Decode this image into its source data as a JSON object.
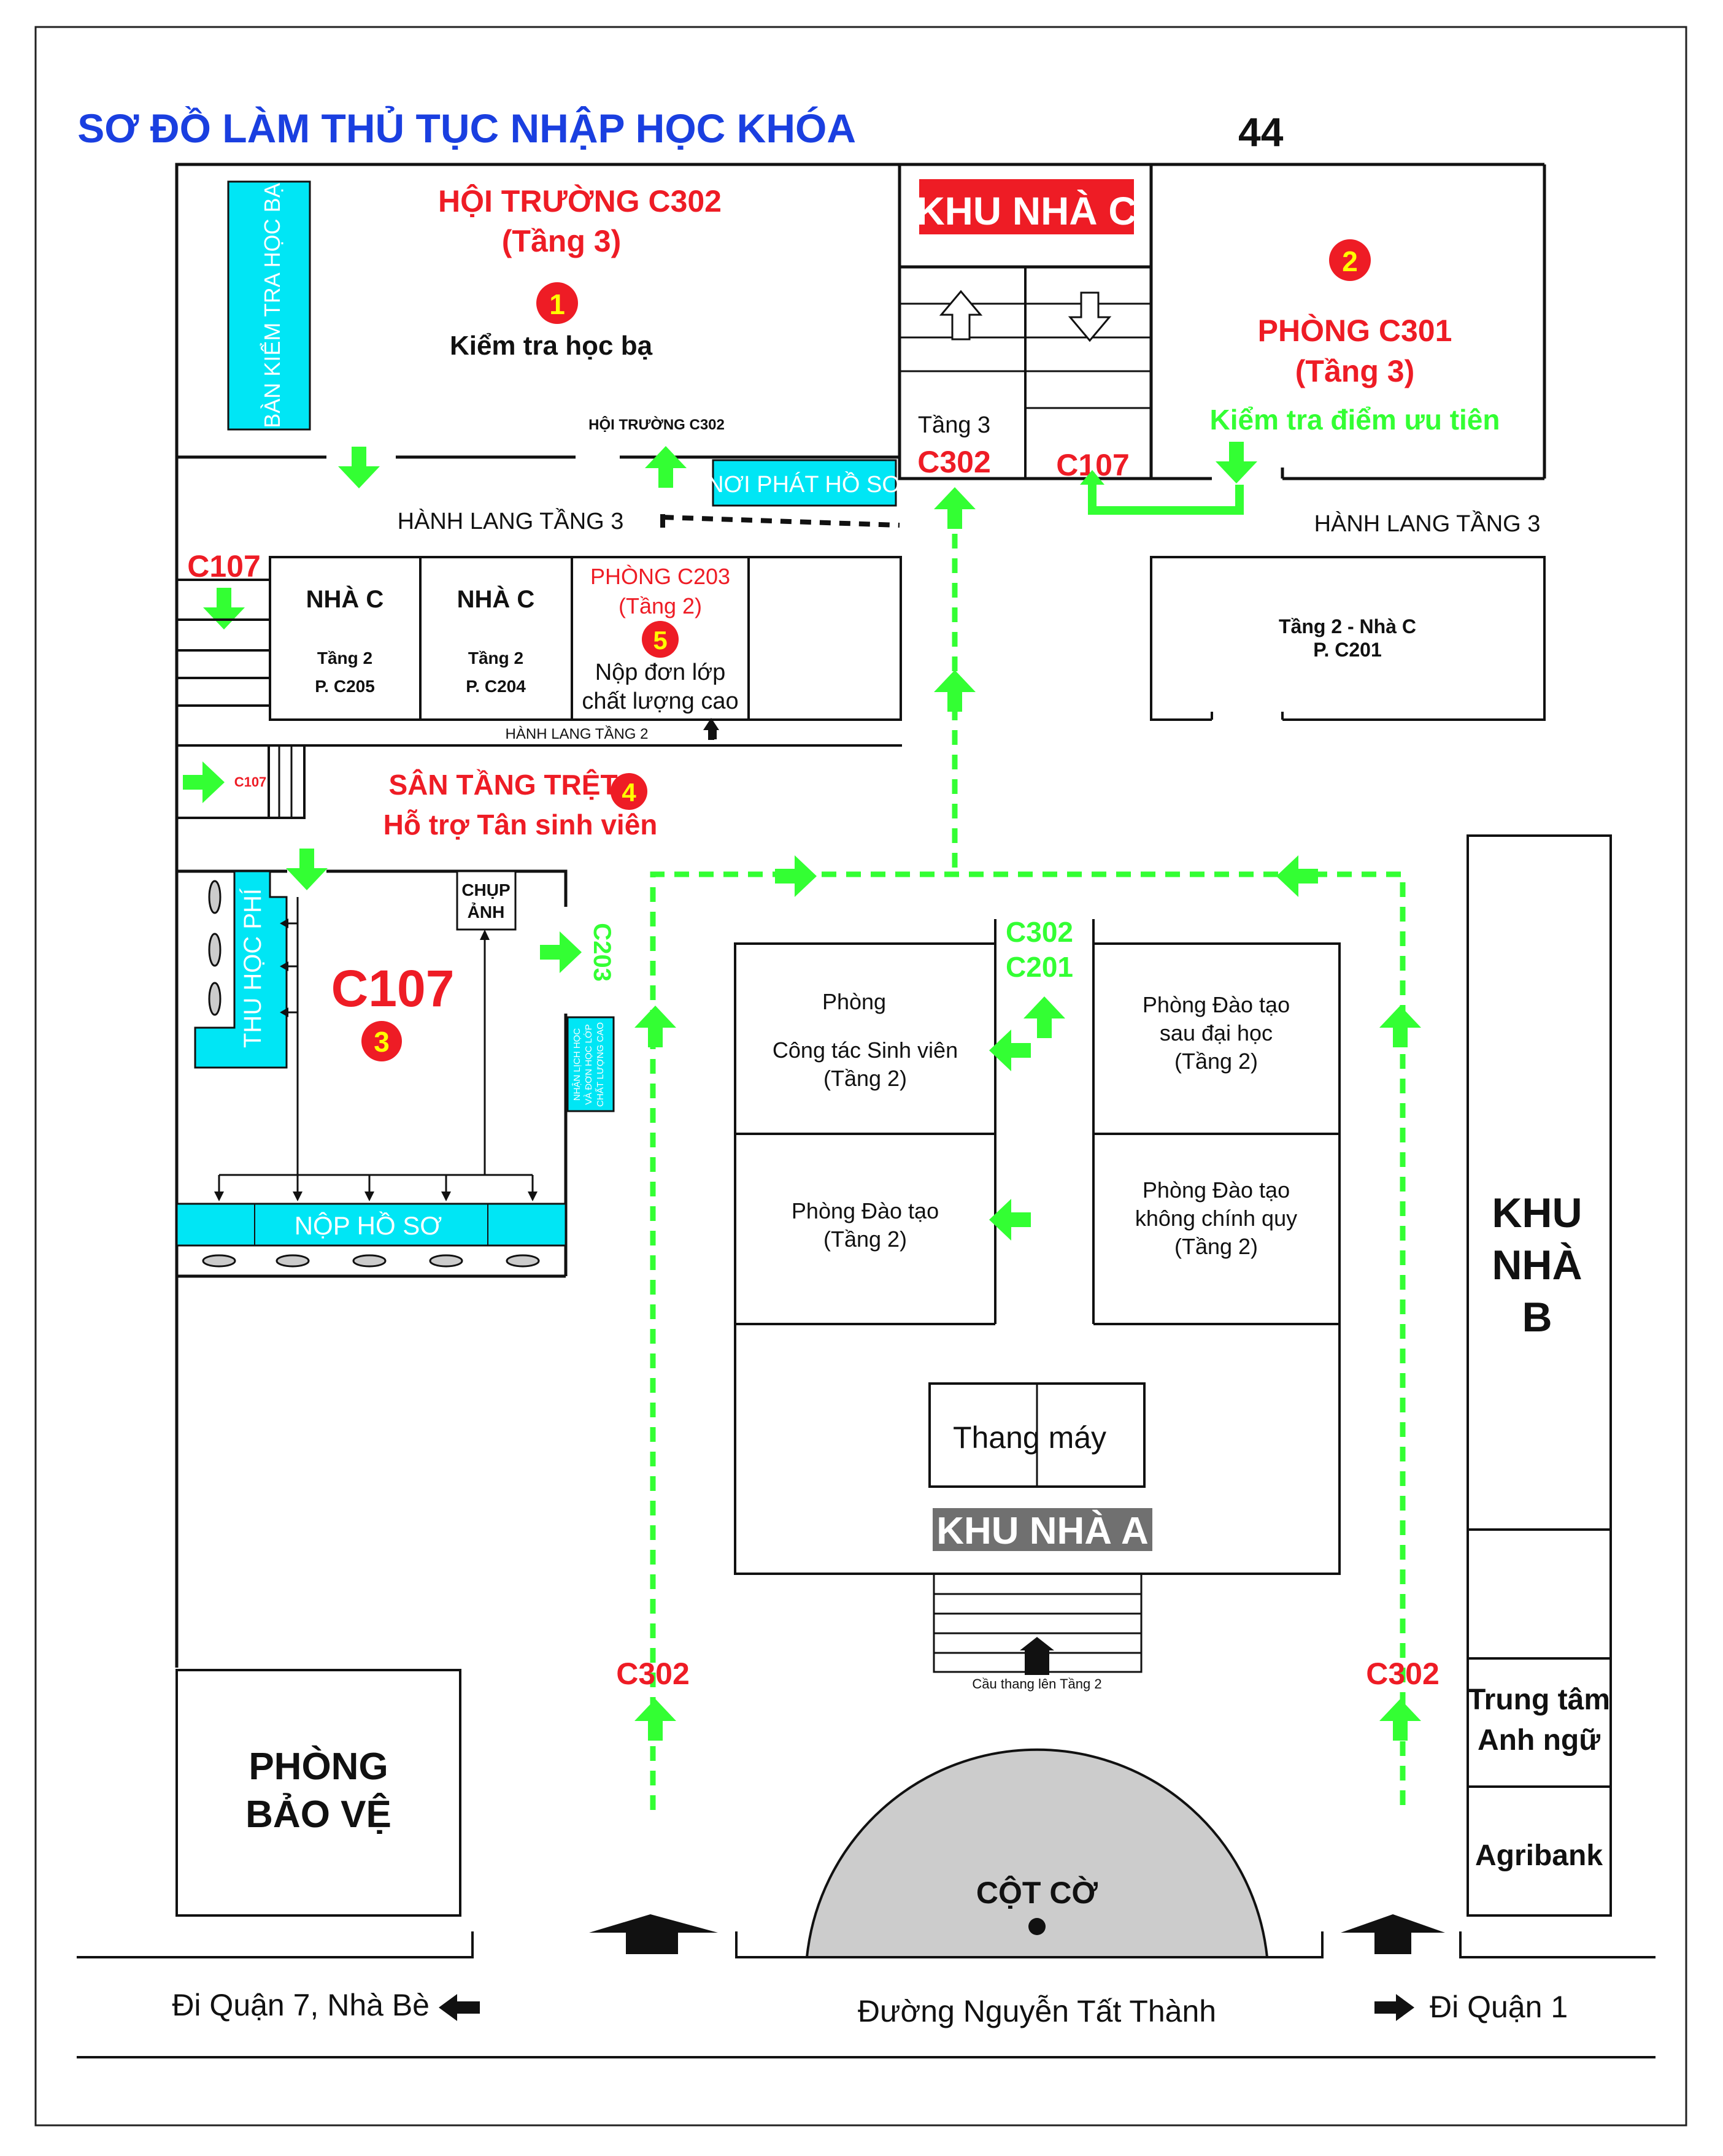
{
  "title": {
    "main": "SƠ ĐỒ LÀM THỦ TỤC NHẬP HỌC KHÓA",
    "num": "44"
  },
  "hoi_truong": {
    "name": "HỘI TRƯỜNG C302",
    "floor": "(Tầng 3)",
    "step": "1",
    "task": "Kiểm tra học bạ",
    "small": "HỘI TRƯỜNG C302"
  },
  "ban_kiem_tra": "BÀN KIỂM TRA HỌC BẠ",
  "noi_phat": "NƠI PHÁT HỒ SƠ",
  "khu_c": "KHU NHÀ C",
  "stairs": {
    "floor3": "Tầng 3",
    "c302": "C302",
    "c107": "C107"
  },
  "phong_c301": {
    "step": "2",
    "name": "PHÒNG C301",
    "floor": "(Tầng 3)",
    "task": "Kiểm tra điểm ưu tiên"
  },
  "hanh_lang3_left": "HÀNH LANG TẦNG 3",
  "hanh_lang3_right": "HÀNH LANG TẦNG 3",
  "c107_left": "C107",
  "c205": {
    "building": "NHÀ C",
    "floor": "Tầng 2",
    "room": "P. C205"
  },
  "c204": {
    "building": "NHÀ C",
    "floor": "Tầng 2",
    "room": "P. C204"
  },
  "c203": {
    "name": "PHÒNG C203",
    "floor": "(Tầng 2)",
    "step": "5",
    "task1": "Nộp đơn lớp",
    "task2": "chất lượng cao"
  },
  "hanh_lang2": "HÀNH LANG TẦNG 2",
  "c201": {
    "line1": "Tầng 2 - Nhà C",
    "line2": "P. C201"
  },
  "c107_small": "C107",
  "san": {
    "name": "SÂN TẦNG TRỆT",
    "step": "4",
    "task": "Hỗ trợ Tân sinh viên"
  },
  "thu_hoc_phi": "THU HỌC PHÍ",
  "chup_anh": {
    "l1": "CHỤP",
    "l2": "ẢNH"
  },
  "c107_room": {
    "name": "C107",
    "step": "3"
  },
  "c203_label": "C203",
  "nhan_lich": {
    "l1": "NHẬN LỊCH HỌC",
    "l2": "VÀ ĐƠN HỌC LỚP",
    "l3": "CHẤT LƯỢNG CAO"
  },
  "nop_ho_so": "NỘP HỒ SƠ",
  "c302_c201": {
    "l1": "C302",
    "l2": "C201"
  },
  "ctsv": {
    "l1": "Phòng",
    "l2": "Công tác Sinh viên",
    "l3": "(Tầng 2)"
  },
  "pdt_sdh": {
    "l1": "Phòng Đào tạo",
    "l2": "sau đại học",
    "l3": "(Tầng 2)"
  },
  "pdt": {
    "l1": "Phòng Đào tạo",
    "l2": "(Tầng 2)"
  },
  "pdt_kcq": {
    "l1": "Phòng Đào tạo",
    "l2": "không chính quy",
    "l3": "(Tầng 2)"
  },
  "thang_may": "Thang máy",
  "khu_a": "KHU NHÀ A",
  "cau_thang": "Cầu thang lên Tầng 2",
  "c302_bottom_left": "C302",
  "c302_bottom_right": "C302",
  "khu_b": {
    "l1": "KHU",
    "l2": "NHÀ",
    "l3": "B"
  },
  "anh_ngu": {
    "l1": "Trung tâm",
    "l2": "Anh ngữ"
  },
  "agribank": "Agribank",
  "bao_ve": {
    "l1": "PHÒNG",
    "l2": "BẢO VỆ"
  },
  "cot_co": "CỘT CỜ",
  "road": {
    "left": "Đi Quận 7, Nhà Bè",
    "center": "Đường Nguyễn Tất Thành",
    "right": "Đi Quận 1"
  },
  "colors": {
    "red": "#ee1c25",
    "blue": "#1a3fe0",
    "green": "#33ff33",
    "cyan": "#00e6f5",
    "dark": "#111111"
  }
}
